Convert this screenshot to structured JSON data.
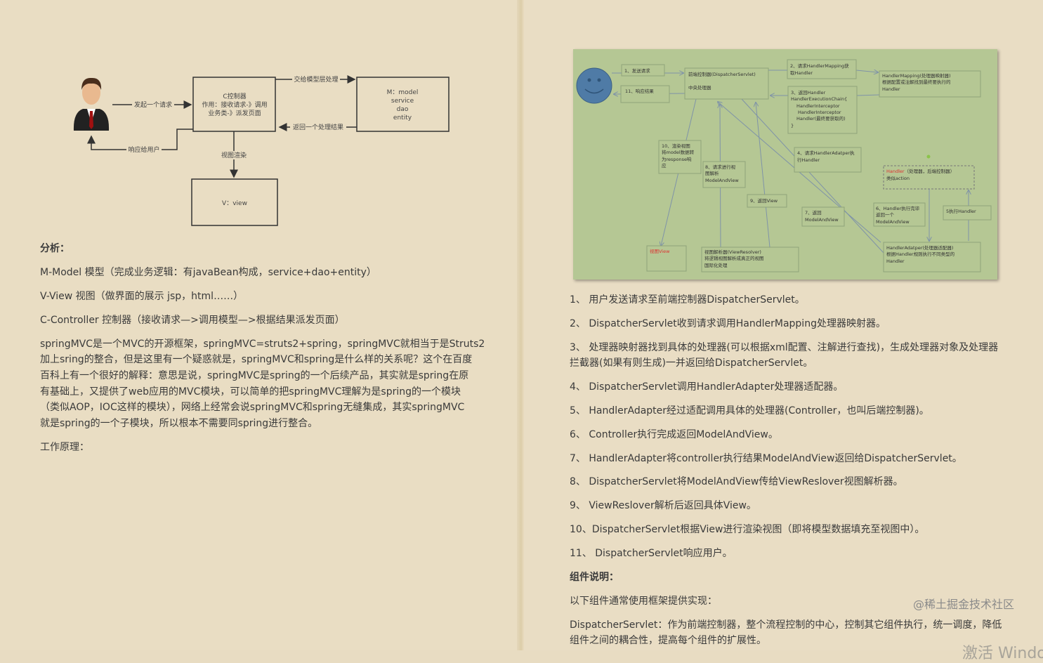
{
  "left": {
    "diagram": {
      "controller": [
        "C控制器",
        "作用：接收请求-》调用",
        "业务类-》派发页面"
      ],
      "model": [
        "M：model",
        "service",
        "dao",
        "entity"
      ],
      "view": "V：view",
      "arrow_request": "发起一个请求",
      "arrow_to_model": "交给模型层处理",
      "arrow_from_model": "返回一个处理结果",
      "arrow_response": "响应给用户",
      "arrow_render": "视图渲染"
    },
    "analysis_heading": "分析：",
    "m_line": "M-Model 模型（完成业务逻辑：有javaBean构成，service+dao+entity）",
    "v_line": "V-View 视图（做界面的展示 jsp，html……）",
    "c_line": "C-Controller 控制器（接收请求—>调用模型—>根据结果派发页面）",
    "para": [
      "springMVC是一个MVC的开源框架，springMVC=struts2+spring，springMVC就相当于是Struts2",
      "加上sring的整合，但是这里有一个疑惑就是，springMVC和spring是什么样的关系呢？这个在百度",
      "百科上有一个很好的解释：意思是说，springMVC是spring的一个后续产品，其实就是spring在原",
      "有基础上，又提供了web应用的MVC模块，可以简单的把springMVC理解为是spring的一个模块",
      "（类似AOP，IOC这样的模块），网络上经常会说springMVC和spring无缝集成，其实springMVC",
      "就是spring的一个子模块，所以根本不需要同spring进行整合。"
    ],
    "principle": "工作原理："
  },
  "right": {
    "diagram": {
      "b1": "1、发送请求",
      "b11": "11、响应结果",
      "ds": [
        "前端控制器(DispatcherServlet)",
        "中央处理器"
      ],
      "b2": [
        "2、请求HandlerMapping获",
        "取Handler"
      ],
      "hm": [
        "HandlerMapping(处理器映射器)",
        "根据配置或注解找到最终要执行的",
        "Handler"
      ],
      "b3": [
        "3、返回Handler",
        "HandlerExecutionChain{",
        "  HandlerInterceptor",
        "  HandlerInterceptor",
        "  Handler(最终要获取的)",
        "}"
      ],
      "b4": [
        "4、请求HandlerAdatper执",
        "行Handler"
      ],
      "handler": [
        "（处理器，后端控制器）",
        "类似action"
      ],
      "handler_red": "Handler",
      "b10": [
        "10、渲染视图",
        "将model数据转",
        "为response响",
        "应"
      ],
      "b8": [
        "8、请求进行视",
        "图解析",
        "ModelAndView"
      ],
      "b9": "9、返回View",
      "b7": [
        "7、返回",
        "ModelAndView"
      ],
      "b6": [
        "6、Handler执行完毕",
        "返回一个",
        "ModelAndView"
      ],
      "b5": "5执行Handler",
      "view": "视图View",
      "vr": [
        "视图解析器(ViewResolver)",
        "将逻辑视图解析成真正的视图",
        "国际化处理"
      ],
      "ha": [
        "HandlerAdatper(处理器适配器)",
        "根据Handler规则执行不同类型的",
        "Handler"
      ],
      "bg": "#b5c794"
    },
    "steps": [
      "1、 用户发送请求至前端控制器DispatcherServlet。",
      "2、 DispatcherServlet收到请求调用HandlerMapping处理器映射器。",
      "3、 处理器映射器找到具体的处理器(可以根据xml配置、注解进行查找)，生成处理器对象及处理器",
      "拦截器(如果有则生成)一并返回给DispatcherServlet。",
      "4、 DispatcherServlet调用HandlerAdapter处理器适配器。",
      "5、 HandlerAdapter经过适配调用具体的处理器(Controller，也叫后端控制器)。",
      "6、 Controller执行完成返回ModelAndView。",
      "7、 HandlerAdapter将controller执行结果ModelAndView返回给DispatcherServlet。",
      "8、 DispatcherServlet将ModelAndView传给ViewReslover视图解析器。",
      "9、 ViewReslover解析后返回具体View。",
      "10、DispatcherServlet根据View进行渲染视图（即将模型数据填充至视图中）。",
      "11、 DispatcherServlet响应用户。"
    ],
    "components_heading": "组件说明：",
    "components_intro": "以下组件通常使用框架提供实现：",
    "ds_desc": [
      "DispatcherServlet：作为前端控制器，整个流程控制的中心，控制其它组件执行，统一调度，降低",
      "组件之间的耦合性，提高每个组件的扩展性。"
    ]
  },
  "watermark": "@稀土掘金技术社区",
  "activation": "激活 Windows"
}
